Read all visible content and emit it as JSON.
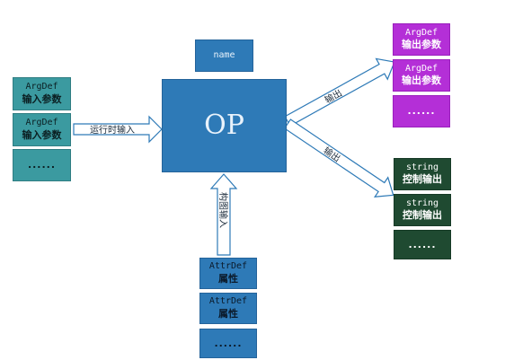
{
  "name_box": "name",
  "op_box": "OP",
  "inputs": [
    {
      "line1": "ArgDef",
      "line2": "输入参数"
    },
    {
      "line1": "ArgDef",
      "line2": "输入参数"
    },
    {
      "line1": "......",
      "line2": ""
    }
  ],
  "outputs": [
    {
      "line1": "ArgDef",
      "line2": "输出参数"
    },
    {
      "line1": "ArgDef",
      "line2": "输出参数"
    },
    {
      "line1": "......",
      "line2": ""
    }
  ],
  "controls": [
    {
      "line1": "string",
      "line2": "控制输出"
    },
    {
      "line1": "string",
      "line2": "控制输出"
    },
    {
      "line1": "......",
      "line2": ""
    }
  ],
  "attrs": [
    {
      "line1": "AttrDef",
      "line2": "属性"
    },
    {
      "line1": "AttrDef",
      "line2": "属性"
    },
    {
      "line1": "......",
      "line2": ""
    }
  ],
  "arrow_labels": {
    "runtime_input": "运行时输入",
    "output_top": "输出",
    "output_bottom": "输出",
    "compile_input": "构图输入"
  },
  "colors": {
    "input_teal": "#3b9aa0",
    "op_blue": "#2e7ab7",
    "output_purple": "#b42fd7",
    "control_green": "#1f4a31"
  }
}
